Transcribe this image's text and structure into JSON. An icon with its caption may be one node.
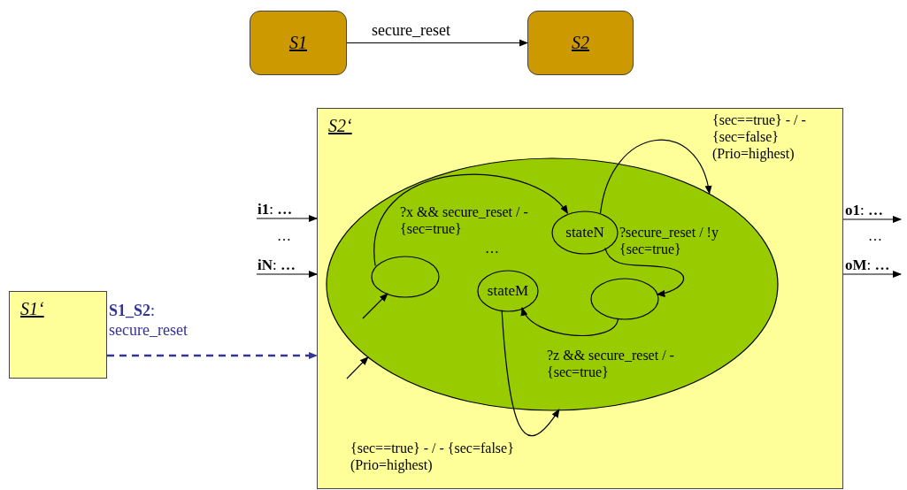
{
  "diagram": {
    "nodes": [
      {
        "text": [
          "S1"
        ]
      },
      {
        "text": [
          "S2"
        ]
      },
      {
        "text": [
          "S2‘"
        ]
      },
      {
        "text": [],
        "shape": "ellipse",
        "in": 2
      },
      {
        "text": [],
        "shape": "ellipse",
        "in": 3
      },
      {
        "text": [
          "stateN"
        ],
        "in": 3
      },
      {
        "text": [
          "stateM"
        ],
        "in": 3
      },
      {
        "text": [],
        "shape": "ellipse",
        "in": 3
      },
      {
        "text": [
          "S1‘"
        ]
      }
    ],
    "edges": [
      {
        "from": 0,
        "to": 1,
        "arrow": "to",
        "label": "secure_reset"
      },
      {
        "from": null,
        "to": 2,
        "arrow": "to",
        "label": "**i1**: **…**"
      },
      {
        "from": null,
        "to": 2,
        "arrow": "to",
        "label": "**iN**: **…**"
      },
      {
        "from": 2,
        "to": null,
        "arrow": "to",
        "label": "**o1**: **…**"
      },
      {
        "from": 2,
        "to": null,
        "arrow": "to",
        "label": "**oM**: **…**"
      },
      {
        "from": 8,
        "to": 2,
        "arrow": "to",
        "label": "**S1_S2**: secure_reset",
        "style": "dashed",
        "color": "#333399"
      },
      {
        "from": null,
        "to": 4,
        "arrow": "to"
      },
      {
        "from": null,
        "to": 3,
        "arrow": "to"
      },
      {
        "from": 4,
        "to": 5,
        "arrow": "to",
        "label": "?x && secure_reset / - {sec=true}"
      },
      {
        "from": 5,
        "to": 7,
        "arrow": "to",
        "label": "?secure_reset / !y {sec=true}"
      },
      {
        "from": 7,
        "to": 6,
        "arrow": "to",
        "label": "?z && secure_reset / - {sec=true}"
      },
      {
        "from": 5,
        "to": 3,
        "arrow": "to",
        "label": "{sec==true} - / - {sec=false} (Prio=highest)"
      },
      {
        "from": 6,
        "to": 3,
        "arrow": "to",
        "label": "{sec==true} - / - {sec=false} (Prio=highest)"
      }
    ],
    "labels": [
      "…",
      "…",
      "…"
    ]
  }
}
